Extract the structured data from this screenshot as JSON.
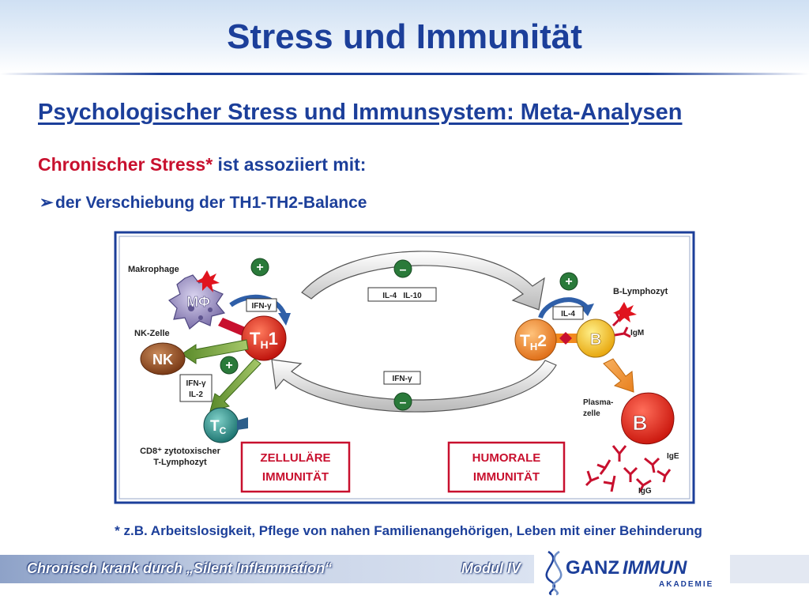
{
  "slide": {
    "title": "Stress und Immunität",
    "subtitle": "Psychologischer Stress und Immunsystem: Meta-Analysen",
    "chronic_red": "Chronischer Stress*",
    "chronic_rest": " ist assoziiert mit:",
    "bullet": "der Verschiebung der TH1-TH2-Balance",
    "footnote": "* z.B. Arbeitslosigkeit, Pflege von nahen Familienangehörigen, Leben mit einer Behinderung"
  },
  "diagram": {
    "makrophage": "Makrophage",
    "mphi": "MΦ",
    "nk_zelle": "NK-Zelle",
    "nk": "NK",
    "th1_main": "T",
    "th1_sub": "H",
    "th1_num": "1",
    "th2_main": "T",
    "th2_sub": "H",
    "th2_num": "2",
    "tc_main": "T",
    "tc_sub": "C",
    "b": "B",
    "b_big": "B",
    "ifn_gamma_top": "IFN-γ",
    "ifn_gamma_il2_a": "IFN-γ",
    "ifn_gamma_il2_b": "IL-2",
    "il4_il10": "IL-4   IL-10",
    "ifn_gamma_mid": "IFN-γ",
    "il4_right": "IL-4",
    "plus": "+",
    "minus": "–",
    "cd8_a": "CD8⁺ zytotoxischer",
    "cd8_b": "T-Lymphozyt",
    "zell_a": "ZELLULÄRE",
    "zell_b": "IMMUNITÄT",
    "hum_a": "HUMORALE",
    "hum_b": "IMMUNITÄT",
    "b_lymphozyt": "B-Lymphozyt",
    "igm": "IgM",
    "plasma_a": "Plasma-",
    "plasma_b": "zelle",
    "ige": "IgE",
    "igg": "IgG"
  },
  "footer": {
    "left": "Chronisch krank durch „Silent Inflammation“",
    "module": "Modul IV",
    "logo_ganz": "GANZ",
    "logo_immun": "IMMUN",
    "logo_akademie": "AKADEMIE"
  },
  "colors": {
    "title_blue": "#1c3f9a",
    "accent_red": "#c8102e",
    "th1_red": "#d9241c",
    "th2_orange": "#f28a1e",
    "b_yellow": "#f2c21a",
    "nk_brown": "#8b4a22",
    "tc_teal": "#2c8a86",
    "macro_purple": "#8a7fb5"
  }
}
